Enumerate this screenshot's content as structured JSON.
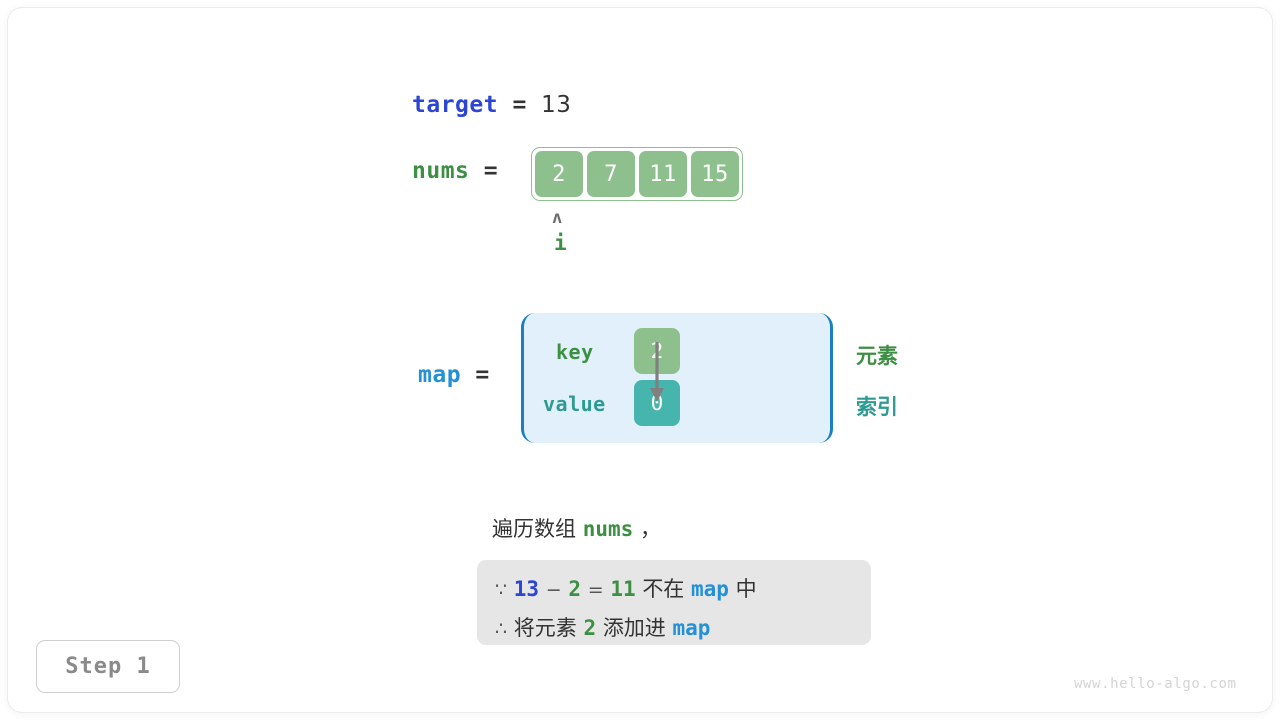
{
  "variables": {
    "target": {
      "name": "target",
      "eq": "=",
      "value": "13"
    },
    "nums": {
      "name": "nums",
      "eq": "=",
      "values": [
        "2",
        "7",
        "11",
        "15"
      ]
    },
    "map": {
      "name": "map",
      "eq": "="
    }
  },
  "pointer": {
    "caret": "ʌ",
    "label": "i"
  },
  "map_table": {
    "key_label": "key",
    "value_label": "value",
    "key_cell": "2",
    "value_cell": "0",
    "legend_element": "元素",
    "legend_index": "索引"
  },
  "explanation": {
    "intro_prefix": "遍历数组",
    "intro_keyword": "nums",
    "intro_suffix": "，",
    "note_line1": {
      "symbol": "∵",
      "a": "13",
      "minus": "−",
      "b": "2",
      "eq": "=",
      "result": "11",
      "mid": "不在",
      "map": "map",
      "tail": "中"
    },
    "note_line2": {
      "symbol": "∴",
      "prefix": "将元素",
      "value": "2",
      "mid": "添加进",
      "map": "map"
    }
  },
  "step_badge": "Step 1",
  "watermark": "www.hello-algo.com",
  "colors": {
    "blue_var": "#2c45d4",
    "cyan_var": "#2490d6",
    "green_var": "#3c8f43",
    "green_cell": "#8dc08d",
    "teal_cell": "#45b5ad",
    "map_bg": "#e2f0fb",
    "map_border": "#1b7fc4",
    "note_bg": "#e6e6e6",
    "text": "#333333"
  }
}
